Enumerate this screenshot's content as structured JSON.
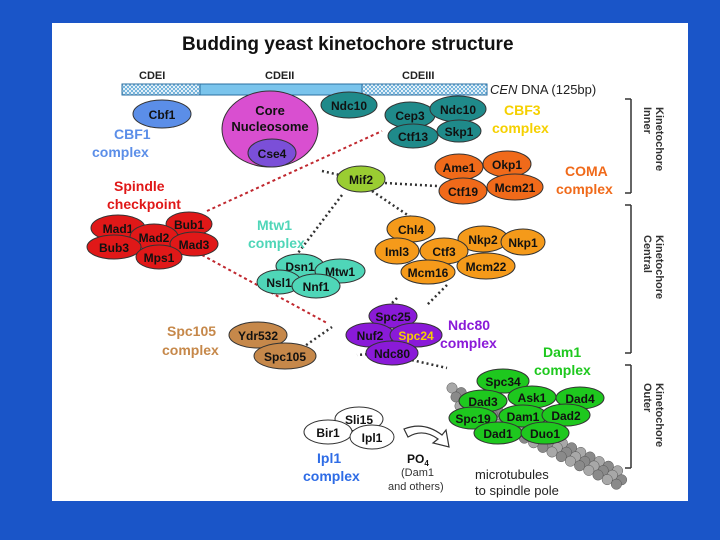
{
  "title": "Budding yeast kinetochore structure",
  "dna": {
    "regions": [
      "CDEI",
      "CDEII",
      "CDEIII"
    ],
    "label_italic": "CEN",
    "label_rest": " DNA (125bp)"
  },
  "regions_side": {
    "inner": [
      "Inner",
      "Kinetochore"
    ],
    "central": [
      "Central",
      "Kinetochore"
    ],
    "outer": [
      "Outer",
      "Kinetochore"
    ]
  },
  "complexes": {
    "cbf1": [
      "CBF1",
      "complex"
    ],
    "cbf3": [
      "CBF3",
      "complex"
    ],
    "coma": [
      "COMA",
      "complex"
    ],
    "spindle": [
      "Spindle",
      "checkpoint"
    ],
    "mtw1": [
      "Mtw1",
      "complex"
    ],
    "spc105": [
      "Spc105",
      "complex"
    ],
    "ndc80": [
      "Ndc80",
      "complex"
    ],
    "dam1": [
      "Dam1",
      "complex"
    ],
    "ipl1": [
      "Ipl1",
      "complex"
    ]
  },
  "proteins": {
    "cbf1": "Cbf1",
    "core_nuc": [
      "Core",
      "Nucleosome"
    ],
    "cse4": "Cse4",
    "ndc10a": "Ndc10",
    "cep3": "Cep3",
    "ndc10b": "Ndc10",
    "ctf13": "Ctf13",
    "skp1": "Skp1",
    "ame1": "Ame1",
    "okp1": "Okp1",
    "ctf19": "Ctf19",
    "mcm21": "Mcm21",
    "mif2": "Mif2",
    "mad1": "Mad1",
    "bub1": "Bub1",
    "mad2": "Mad2",
    "bub3": "Bub3",
    "mad3": "Mad3",
    "mps1": "Mps1",
    "chl4": "Chl4",
    "nkp2": "Nkp2",
    "nkp1": "Nkp1",
    "iml3": "Iml3",
    "ctf3": "Ctf3",
    "mcm16": "Mcm16",
    "mcm22": "Mcm22",
    "dsn1": "Dsn1",
    "mtw1": "Mtw1",
    "nsl1": "Nsl1",
    "nnf1": "Nnf1",
    "ydr532": "Ydr532",
    "spc105": "Spc105",
    "spc25": "Spc25",
    "nuf2": "Nuf2",
    "spc24": "Spc24",
    "ndc80": "Ndc80",
    "spc34": "Spc34",
    "dad3": "Dad3",
    "ask1": "Ask1",
    "dad4": "Dad4",
    "spc19": "Spc19",
    "dam1": "Dam1",
    "dad2": "Dad2",
    "dad1": "Dad1",
    "duo1": "Duo1",
    "sli15": "Sli15",
    "bir1": "Bir1",
    "ipl1": "Ipl1"
  },
  "po4": {
    "main": "PO",
    "sub": "4",
    "note": [
      "(Dam1",
      "and others)"
    ]
  },
  "microtubules": [
    "microtubules",
    "to spindle pole"
  ],
  "colors": {
    "background": "#1a55c8",
    "cbf1_blue": "#5b8ee8",
    "nucleosome": "#d94fd0",
    "cse4": "#7b4fd8",
    "cbf3_teal": "#1f8a8a",
    "cbf3_label": "#f5d000",
    "coma_orange": "#f06a1a",
    "mif2_green": "#9acd32",
    "checkpoint_red": "#e01818",
    "central_orange": "#f59a1a",
    "mtw1_teal": "#4fd6b8",
    "spc105_brown": "#c6884a",
    "ndc80_purple": "#8a1ad8",
    "dam1_green": "#1ec81e",
    "ipl1_blue": "#2e6ce6"
  }
}
